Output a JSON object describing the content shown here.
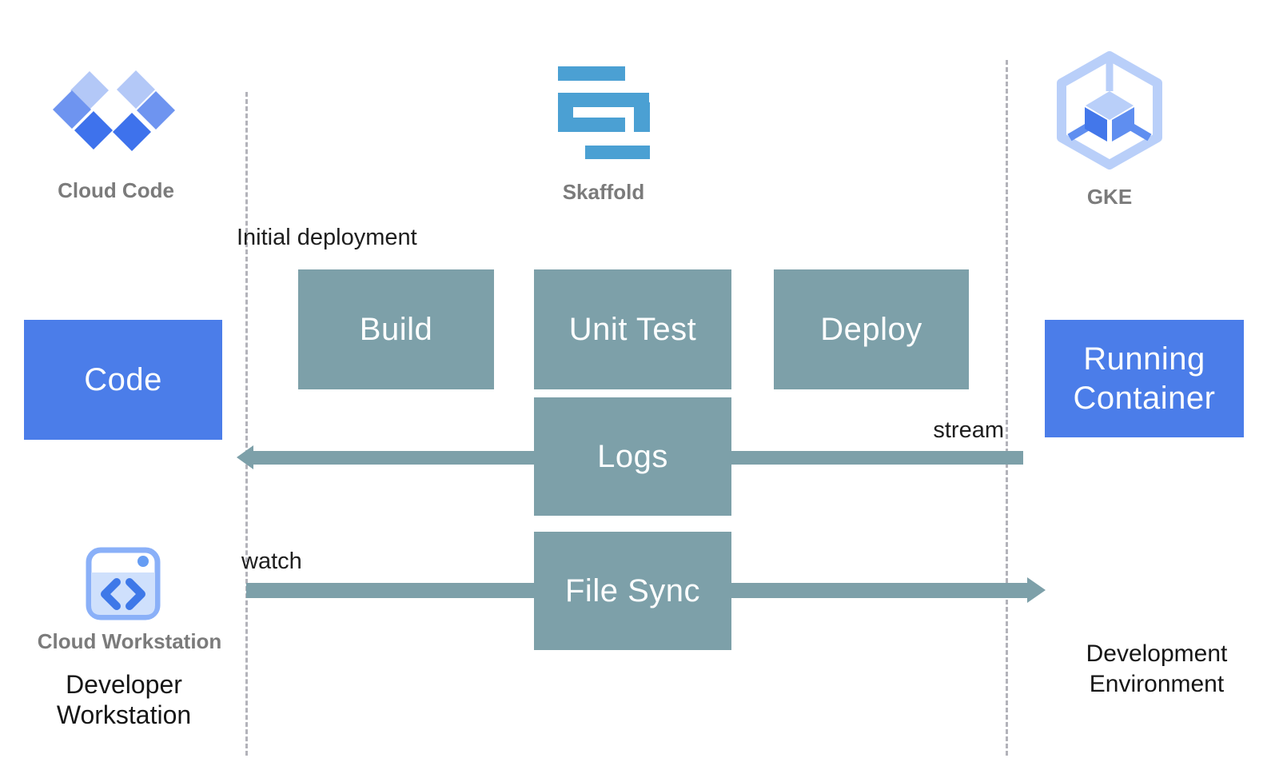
{
  "diagram": {
    "type": "architecture-flow",
    "tool_lanes": {
      "cloud_code": {
        "label": "Cloud Code",
        "icon": "cloud-code-icon"
      },
      "skaffold": {
        "label": "Skaffold",
        "icon": "skaffold-icon"
      },
      "gke": {
        "label": "GKE",
        "icon": "gke-icon"
      }
    },
    "boxes": {
      "code": "Code",
      "build": "Build",
      "unit_test": "Unit Test",
      "deploy": "Deploy",
      "logs": "Logs",
      "file_sync": "File Sync",
      "running_container": "Running Container"
    },
    "annotations": {
      "initial_deployment": "Initial deployment",
      "stream": "stream",
      "watch": "watch"
    },
    "zones": {
      "workstation_icon_label": "Cloud Workstation",
      "developer_zone_line1": "Developer",
      "developer_zone_line2": "Workstation",
      "environment_zone_line1": "Development",
      "environment_zone_line2": "Environment"
    },
    "flows": [
      {
        "name": "initial-deployment",
        "path": [
          "Code",
          "Build",
          "Unit Test",
          "Deploy",
          "Running Container"
        ]
      },
      {
        "name": "logs-stream",
        "from": "Running Container",
        "to": "Code",
        "via": "Logs",
        "label": "stream",
        "direction": "left"
      },
      {
        "name": "file-sync-watch",
        "from": "Developer Workstation",
        "to": "Development Environment",
        "via": "File Sync",
        "label": "watch",
        "direction": "right"
      }
    ],
    "colors": {
      "process_box_teal": "#7da0a9",
      "endpoint_box_blue": "#4b7de9",
      "arrow_teal": "#7da0a9",
      "skaffold_blue": "#4ba0d3",
      "caption_gray": "#7b7b7b",
      "annotation_black": "#1e1e1e",
      "dash_gray": "#b3b3ba",
      "cloud_code_diamond_light": "#b3c8f7",
      "cloud_code_diamond_medium": "#6e94f0",
      "cloud_code_diamond_dark": "#3e72ec",
      "gke_hexagon_light": "#b9cff9",
      "gke_cube_left": "#4377ea",
      "gke_cube_right": "#5f8ef0",
      "workstation_body_blue": "#cfe0fc",
      "workstation_bracket_blue": "#3e78e8",
      "workstation_dot_blue": "#669df3"
    }
  }
}
